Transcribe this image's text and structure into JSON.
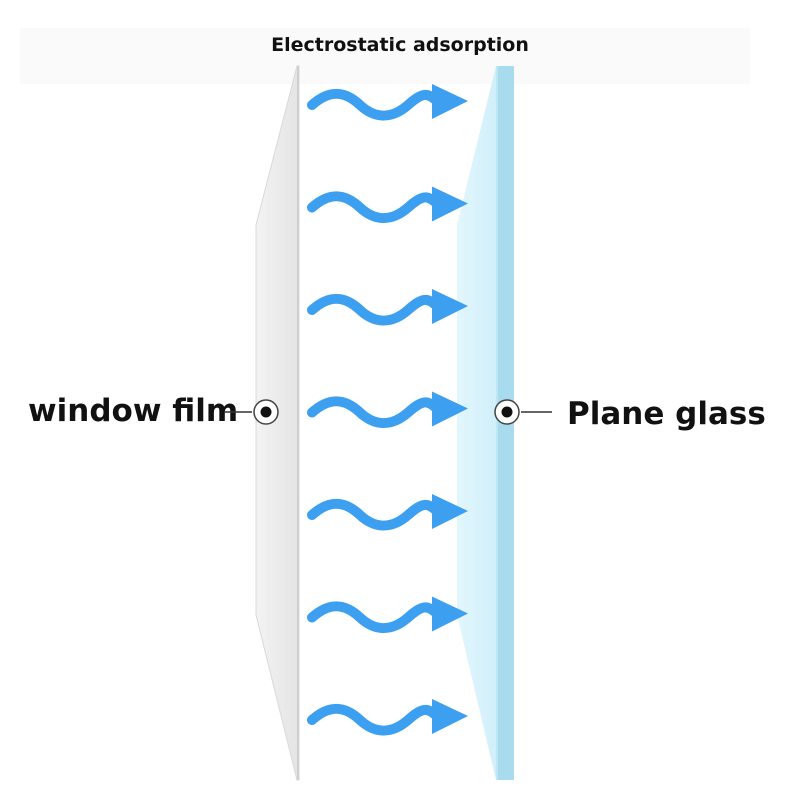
{
  "title": "Electrostatic adsorption",
  "labels": {
    "film": "window film",
    "glass": "Plane glass"
  },
  "icons": {
    "arrows": "wavy-arrow-icon",
    "markers": "target-dot-icon"
  },
  "colors": {
    "arrow": "#3d9ff0",
    "film": "#ebebeb",
    "film_edge": "#d6d6d6",
    "glass_light": "#d3f0fb",
    "glass_dark": "#a9dbee",
    "text": "#111111"
  },
  "arrow_count": 7
}
